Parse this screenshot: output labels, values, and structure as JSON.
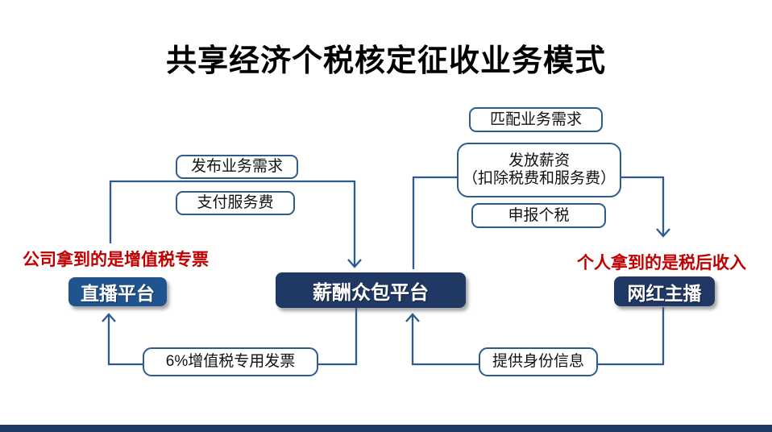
{
  "slide": {
    "title": "共享经济个税核定征收业务模式",
    "colors": {
      "navy": "#1F3864",
      "platform_blue": "#20548F",
      "connector_blue": "#2E5B8F",
      "note_red": "#C00000",
      "step_border": "#2E5B8F",
      "background": "#FFFFFF"
    },
    "nodes": {
      "live_platform": {
        "label": "直播平台"
      },
      "payroll_platform": {
        "label": "薪酬众包平台"
      },
      "anchor": {
        "label": "网红主播"
      }
    },
    "steps": {
      "publish_demand": "发布业务需求",
      "pay_service_fee": "支付服务费",
      "match_demand": "匹配业务需求",
      "pay_salary_line1": "发放薪资",
      "pay_salary_line2": "（扣除税费和服务费）",
      "declare_tax": "申报个税",
      "vat_invoice": "6%增值税专用发票",
      "identity_info": "提供身份信息"
    },
    "notes": {
      "company": "公司拿到的是增值税专票",
      "person": "个人拿到的是税后收入"
    },
    "arrows": [
      {
        "name": "live-to-payroll",
        "direction": "直播平台 → 薪酬众包平台"
      },
      {
        "name": "payroll-to-anchor",
        "direction": "薪酬众包平台 → 网红主播"
      },
      {
        "name": "payroll-to-live",
        "direction": "薪酬众包平台 → 直播平台"
      },
      {
        "name": "anchor-to-payroll",
        "direction": "网红主播 → 薪酬众包平台"
      }
    ]
  }
}
